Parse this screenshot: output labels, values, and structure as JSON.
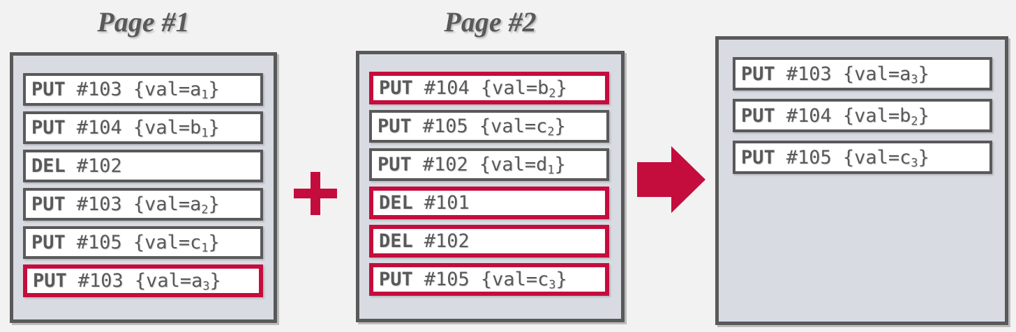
{
  "colors": {
    "background": "#F2F2F2",
    "panel_fill": "#D8DBE2",
    "panel_border": "#595959",
    "record_fill": "#FFFFFF",
    "record_border": "#595959",
    "highlight_border": "#C40D3C",
    "text": "#595959",
    "accent": "#C40D3C"
  },
  "pages": [
    {
      "title": "Page #1",
      "entries": [
        {
          "op": "PUT",
          "key": "#103",
          "pre_sub": "{val=a",
          "sub": "1",
          "post_sub": "}",
          "highlight": false
        },
        {
          "op": "PUT",
          "key": "#104",
          "pre_sub": "{val=b",
          "sub": "1",
          "post_sub": "}",
          "highlight": false
        },
        {
          "op": "DEL",
          "key": "#102",
          "highlight": false
        },
        {
          "op": "PUT",
          "key": "#103",
          "pre_sub": "{val=a",
          "sub": "2",
          "post_sub": "}",
          "highlight": false
        },
        {
          "op": "PUT",
          "key": "#105",
          "pre_sub": "{val=c",
          "sub": "1",
          "post_sub": "}",
          "highlight": false
        },
        {
          "op": "PUT",
          "key": "#103",
          "pre_sub": "{val=a",
          "sub": "3",
          "post_sub": "}",
          "highlight": true
        }
      ]
    },
    {
      "title": "Page #2",
      "entries": [
        {
          "op": "PUT",
          "key": "#104",
          "pre_sub": "{val=b",
          "sub": "2",
          "post_sub": "}",
          "highlight": true
        },
        {
          "op": "PUT",
          "key": "#105",
          "pre_sub": "{val=c",
          "sub": "2",
          "post_sub": "}",
          "highlight": false
        },
        {
          "op": "PUT",
          "key": "#102",
          "pre_sub": "{val=d",
          "sub": "1",
          "post_sub": "}",
          "highlight": false
        },
        {
          "op": "DEL",
          "key": "#101",
          "highlight": true
        },
        {
          "op": "DEL",
          "key": "#102",
          "highlight": true
        },
        {
          "op": "PUT",
          "key": "#105",
          "pre_sub": "{val=c",
          "sub": "3",
          "post_sub": "}",
          "highlight": true
        }
      ]
    }
  ],
  "merged_page": {
    "entries": [
      {
        "op": "PUT",
        "key": "#103",
        "pre_sub": "{val=a",
        "sub": "3",
        "post_sub": "}",
        "highlight": false
      },
      {
        "op": "PUT",
        "key": "#104",
        "pre_sub": "{val=b",
        "sub": "2",
        "post_sub": "}",
        "highlight": false
      },
      {
        "op": "PUT",
        "key": "#105",
        "pre_sub": "{val=c",
        "sub": "3",
        "post_sub": "}",
        "highlight": false
      }
    ]
  },
  "operators": {
    "plus_icon": "plus",
    "arrow_icon": "arrow-right"
  }
}
